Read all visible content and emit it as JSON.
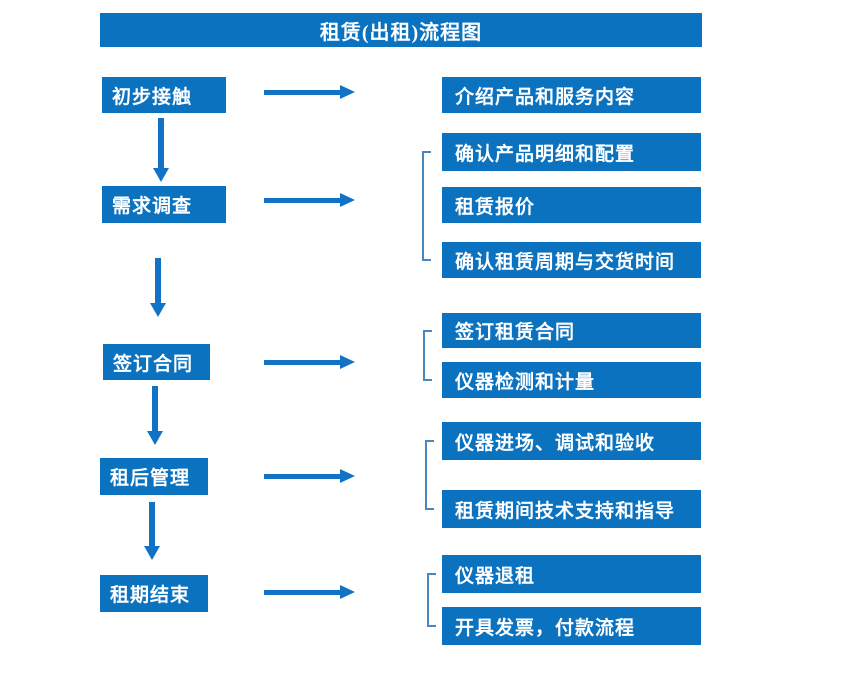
{
  "title": "租赁(出租)流程图",
  "steps": [
    {
      "label": "初步接触",
      "details": [
        "介绍产品和服务内容"
      ]
    },
    {
      "label": "需求调查",
      "details": [
        "确认产品明细和配置",
        "租赁报价",
        "确认租赁周期与交货时间"
      ]
    },
    {
      "label": "签订合同",
      "details": [
        "签订租赁合同",
        "仪器检测和计量"
      ]
    },
    {
      "label": "租后管理",
      "details": [
        "仪器进场、调试和验收",
        "租赁期间技术支持和指导"
      ]
    },
    {
      "label": "租期结束",
      "details": [
        "仪器退租",
        "开具发票，付款流程"
      ]
    }
  ],
  "colors": {
    "box_blue": "#0b72c0",
    "arrow_blue": "#1273c6",
    "bracket_blue": "#4a86c0",
    "text_white": "#ffffff",
    "background": "#ffffff"
  }
}
